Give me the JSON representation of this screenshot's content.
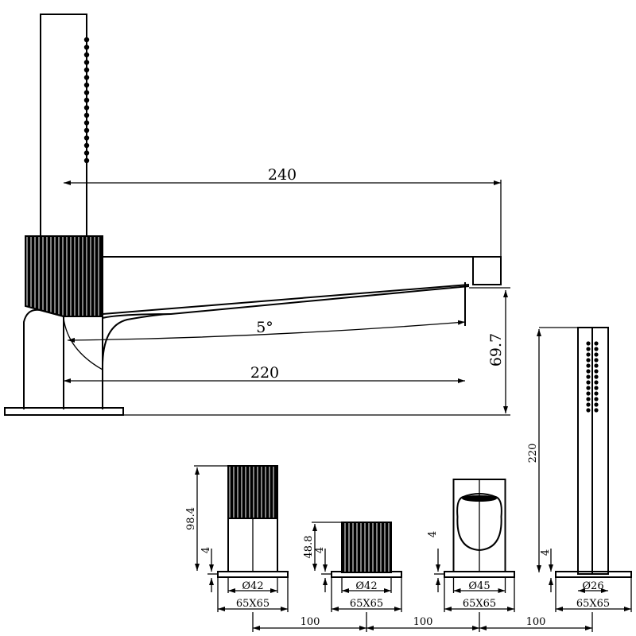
{
  "drawing": {
    "main_view": {
      "spout_length": "240",
      "spout_angle": "5°",
      "spout_reach": "220",
      "spout_height": "69.7"
    },
    "components": [
      {
        "name": "tall-handle",
        "height": "98.4",
        "base_offset": "4",
        "diameter": "Ø42",
        "base_size": "65X65"
      },
      {
        "name": "short-handle",
        "height": "48.8",
        "base_offset": "4",
        "diameter": "Ø42",
        "base_size": "65X65"
      },
      {
        "name": "diverter",
        "base_offset": "4",
        "diameter": "Ø45",
        "base_size": "65X65"
      },
      {
        "name": "hand-shower",
        "height": "220",
        "base_offset": "4",
        "diameter": "Ø26",
        "base_size": "65X65"
      }
    ],
    "spacings": [
      "100",
      "100",
      "100"
    ],
    "colors": {
      "line": "#000000",
      "background": "#ffffff"
    }
  }
}
